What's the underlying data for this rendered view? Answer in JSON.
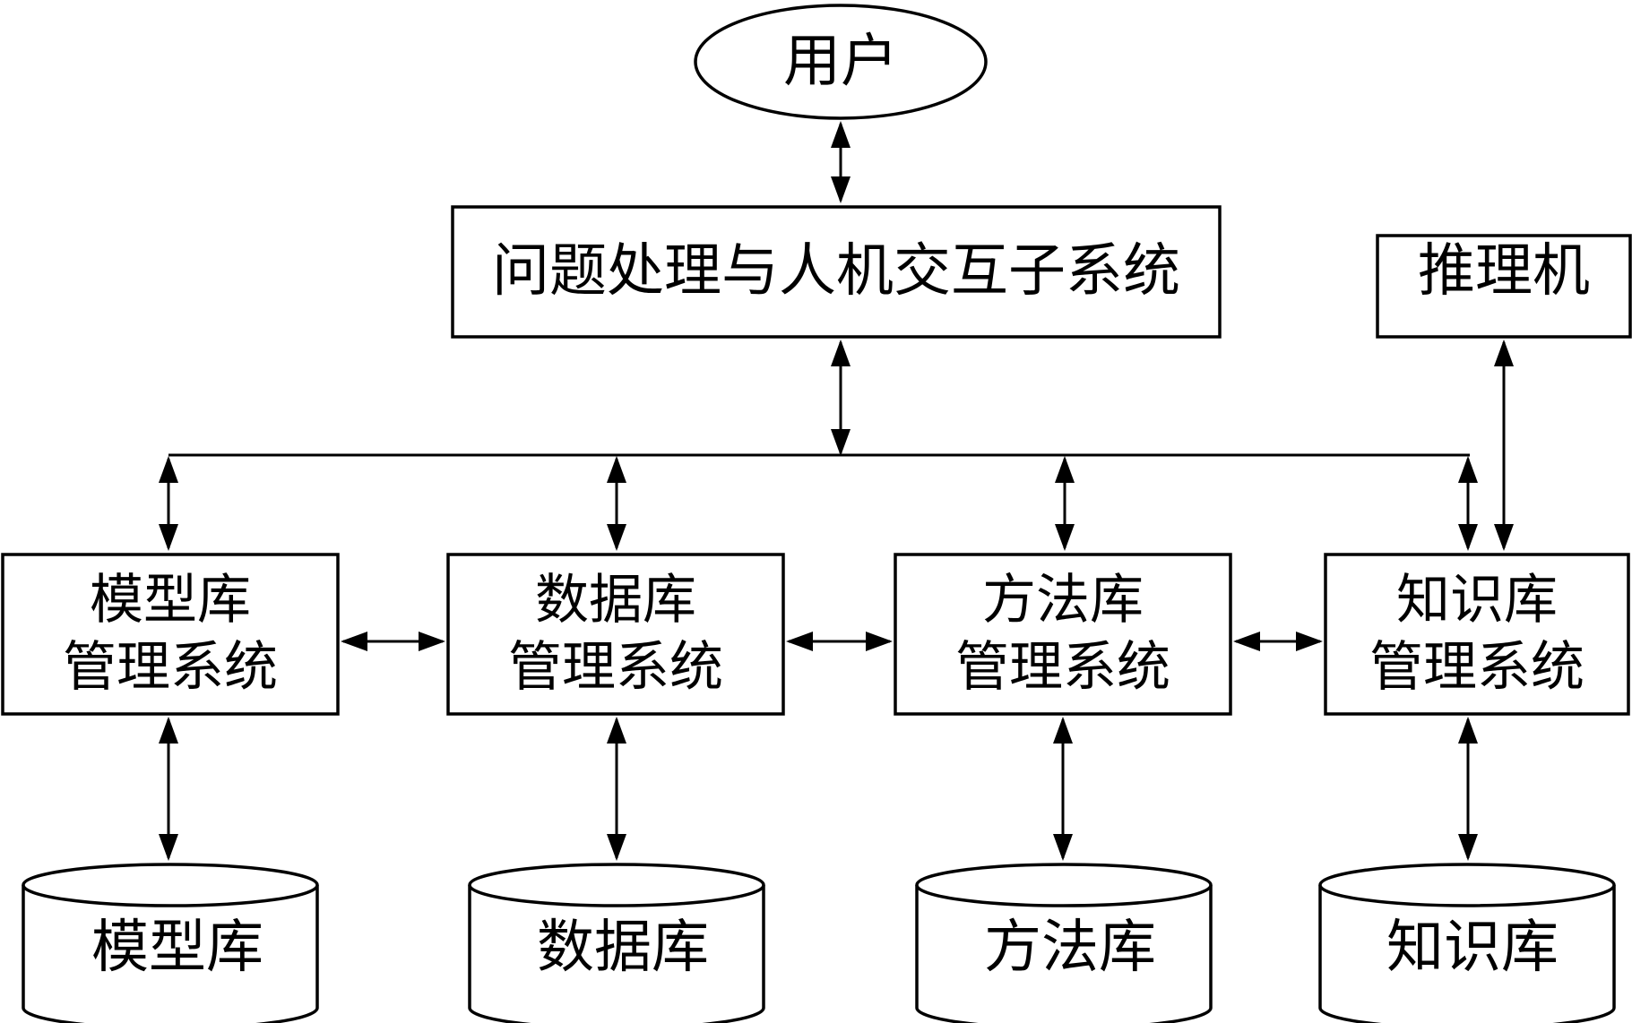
{
  "user": "用户",
  "interaction": "问题处理与人机交互子系统",
  "inference": "推理机",
  "subsystems": [
    {
      "line1": "模型库",
      "line2": "管理系统"
    },
    {
      "line1": "数据库",
      "line2": "管理系统"
    },
    {
      "line1": "方法库",
      "line2": "管理系统"
    },
    {
      "line1": "知识库",
      "line2": "管理系统"
    }
  ],
  "stores": [
    "模型库",
    "数据库",
    "方法库",
    "知识库"
  ]
}
